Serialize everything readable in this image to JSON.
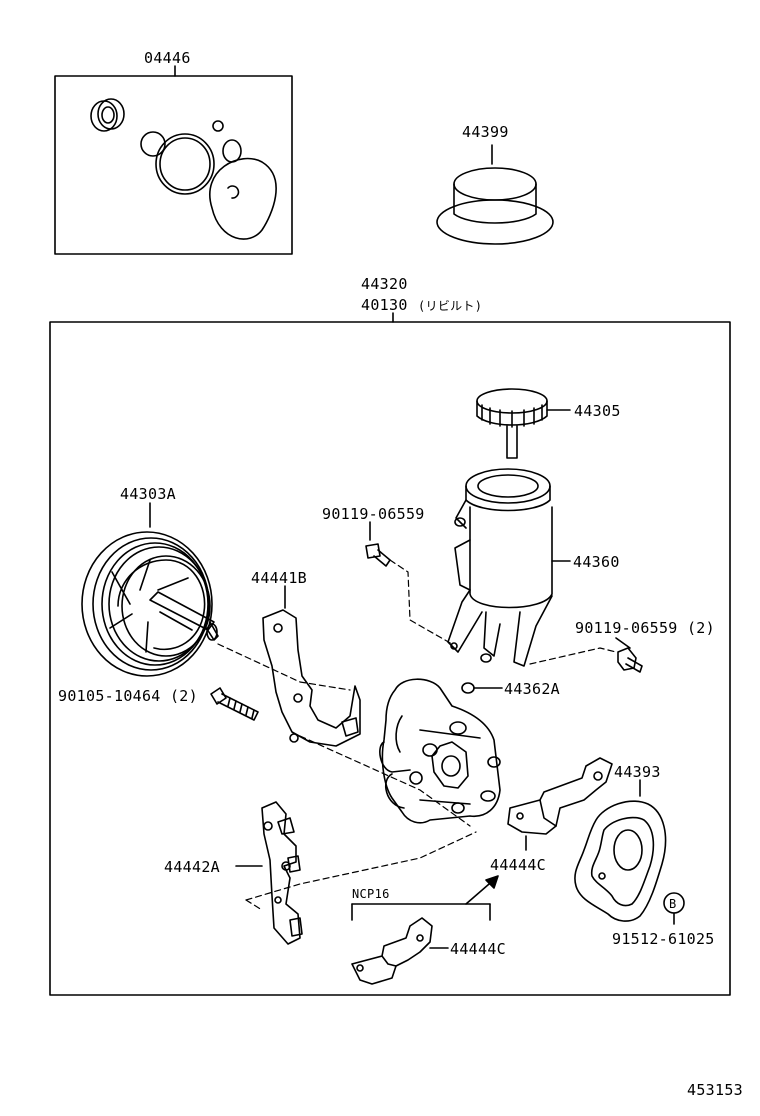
{
  "parts": {
    "kit": "04446",
    "cap_cover": "44399",
    "assembly": "44320",
    "rebuilt": "40130",
    "rebuilt_note": "(リビルト)",
    "reservoir_cap": "44305",
    "pulley": "44303A",
    "bolt_a": "90119-06559",
    "reservoir": "44360",
    "bracket_b": "44441B",
    "bolt_b": "90119-06559 (2)",
    "bolt_c": "90105-10464 (2)",
    "oring": "44362A",
    "gasket": "44393",
    "bracket_a": "44442A",
    "bracket_c": "44444C",
    "variant": "NCP16",
    "bracket_c2": "44444C",
    "ref_mark": "B",
    "clip": "91512-61025"
  },
  "figure_number": "453153"
}
